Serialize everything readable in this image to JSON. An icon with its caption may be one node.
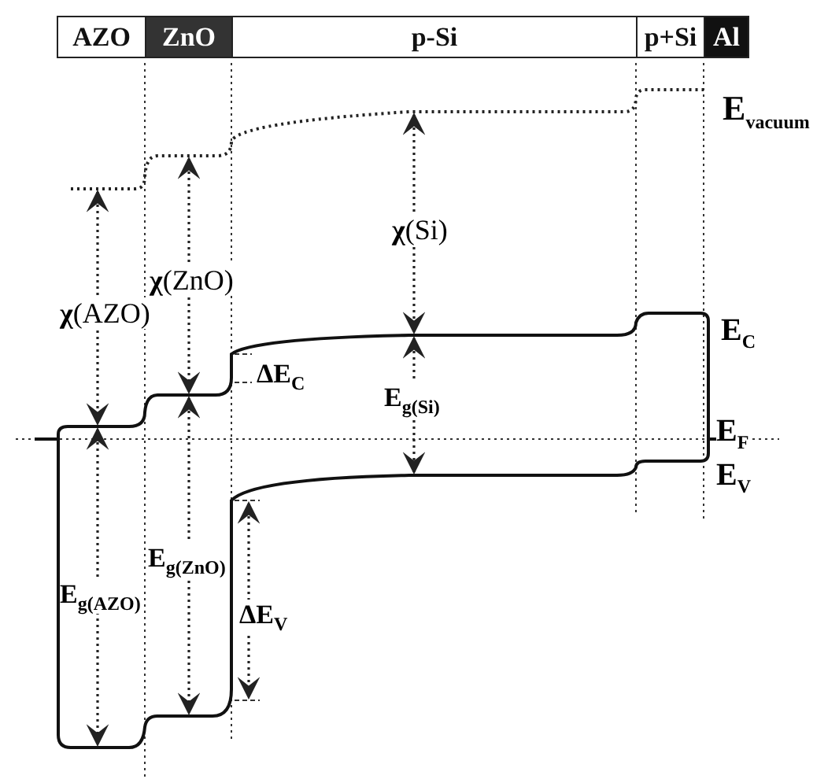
{
  "diagram": {
    "nodes": [
      {
        "text": [
          "AZO"
        ]
      },
      {
        "text": [
          "ZnO"
        ]
      },
      {
        "text": [
          "p-Si"
        ]
      },
      {
        "text": [
          "p+Si"
        ]
      },
      {
        "text": [
          "Al"
        ]
      }
    ],
    "labels": [
      "E$_{vacuum}$",
      "**χ**(Si)",
      "**χ**(ZnO)",
      "**χ**(AZO)",
      "E$_{C}$",
      "ΔE$_{C}$",
      "E$_{g(Si)}$",
      "E$_{F}$",
      "E$_{V}$",
      "E$_{g(ZnO)}$",
      "E$_{g(AZO)}$",
      "ΔE$_{V}$"
    ]
  }
}
